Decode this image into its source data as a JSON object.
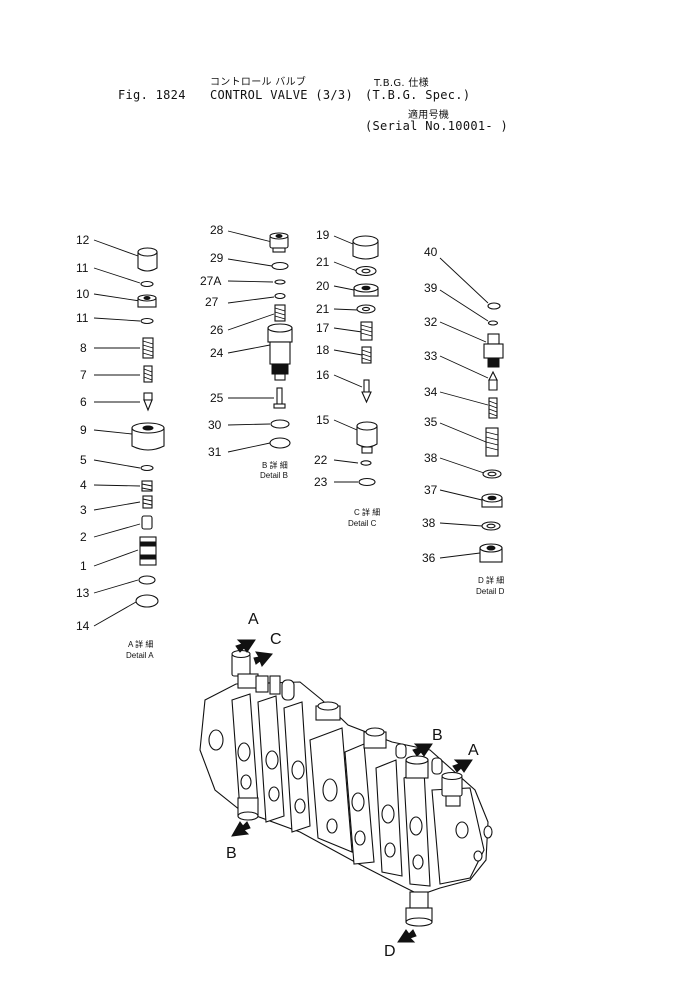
{
  "header": {
    "fig_label": "Fig. 1824",
    "title_jp": "コントロール バルブ",
    "title": "CONTROL VALVE (3/3)",
    "spec_jp": "T.B.G. 仕様",
    "spec": "(T.B.G. Spec.)",
    "serial_jp": "適用号機",
    "serial": "(Serial No.10001- )"
  },
  "details": {
    "a": {
      "jp": "A 詳 細",
      "label": "Detail A",
      "parts": [
        "12",
        "11",
        "10",
        "11",
        "8",
        "7",
        "6",
        "9",
        "5",
        "4",
        "3",
        "2",
        "1",
        "13",
        "14"
      ]
    },
    "b": {
      "jp": "B 詳 細",
      "label": "Detail B",
      "parts": [
        "28",
        "29",
        "27A",
        "27",
        "26",
        "24",
        "25",
        "30",
        "31"
      ]
    },
    "c": {
      "jp": "C 詳 細",
      "label": "Detail C",
      "parts": [
        "19",
        "21",
        "20",
        "21",
        "17",
        "18",
        "16",
        "15",
        "22",
        "23"
      ]
    },
    "d": {
      "jp": "D 詳 細",
      "label": "Detail D",
      "parts": [
        "40",
        "39",
        "32",
        "33",
        "34",
        "35",
        "38",
        "37",
        "38",
        "36"
      ]
    }
  },
  "assembly_callouts": [
    "A",
    "C",
    "A",
    "B",
    "B",
    "D"
  ]
}
